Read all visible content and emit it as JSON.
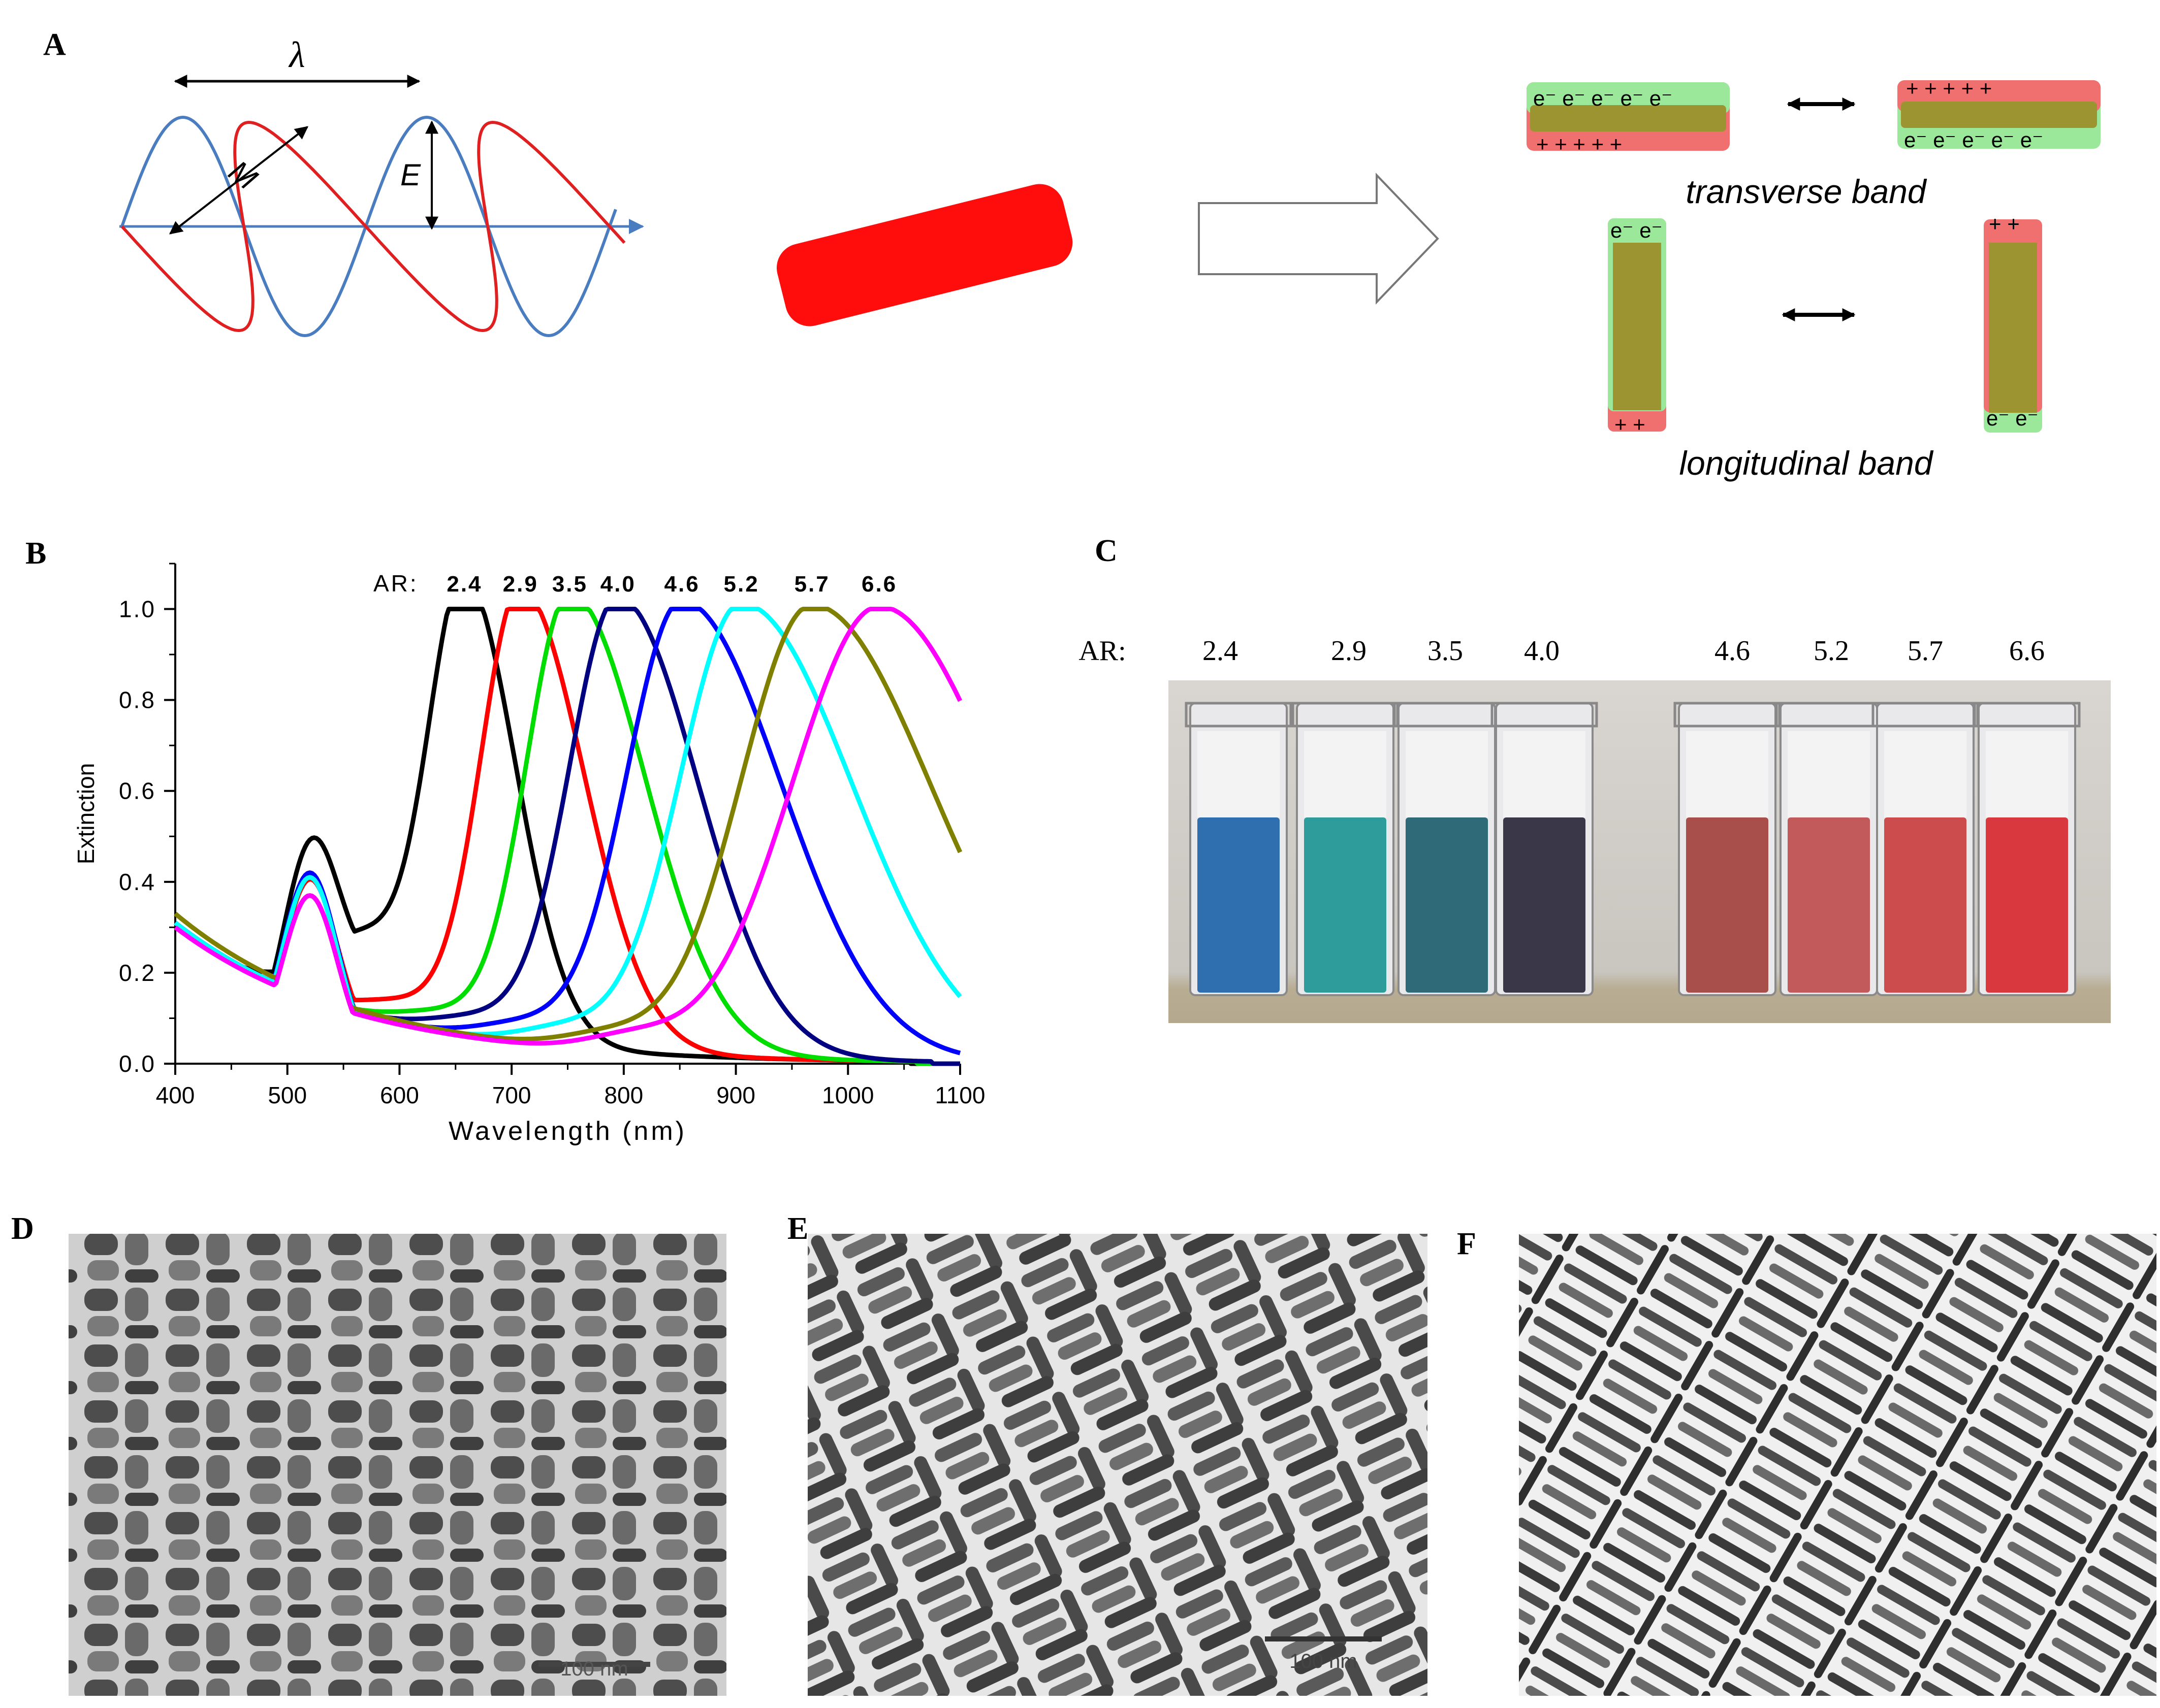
{
  "panels": {
    "A": {
      "letter": "A",
      "wave_labels": {
        "lambda": "λ",
        "m": "M",
        "e": "E"
      },
      "transverse_caption": "transverse band",
      "longitudinal_caption": "longitudinal band",
      "electron": "e⁻",
      "plus": "+",
      "colors": {
        "e_wave": "#4a7cc0",
        "m_wave": "#e02020",
        "rod": "#ff0d0d",
        "charge_neg": "#9be89a",
        "charge_pos": "#f07070",
        "core": "#9b9430"
      }
    },
    "B": {
      "letter": "B"
    },
    "C": {
      "letter": "C",
      "ar_label": "AR:",
      "ratios": [
        "2.4",
        "2.9",
        "3.5",
        "4.0",
        "4.6",
        "5.2",
        "5.7",
        "6.6"
      ],
      "liquid_colors": [
        "#2f6fb0",
        "#2e9c9a",
        "#2f6a78",
        "#3a3848",
        "#a84f4c",
        "#c25a5c",
        "#cc4b4d",
        "#d8383e"
      ]
    },
    "D": {
      "letter": "D",
      "scale_bar": "100 nm"
    },
    "E": {
      "letter": "E",
      "scale_bar": "100 nm"
    },
    "F": {
      "letter": "F"
    }
  },
  "chart_data": {
    "type": "line",
    "xlabel": "Wavelength (nm)",
    "ylabel": "Extinction",
    "xlim": [
      400,
      1100
    ],
    "ylim": [
      0,
      1.1
    ],
    "xticks": [
      400,
      500,
      600,
      700,
      800,
      900,
      1000,
      1100
    ],
    "yticks": [
      "0.0",
      "0.2",
      "0.4",
      "0.6",
      "0.8",
      "1.0"
    ],
    "ar_label": "AR:",
    "series": [
      {
        "name": "2.4",
        "color": "#000000",
        "peak": 658,
        "left_width": 45,
        "right_width": 65,
        "transverse": 0.4,
        "floor": 0.25,
        "baseline": 0.3
      },
      {
        "name": "2.9",
        "color": "#ff0000",
        "peak": 708,
        "left_width": 50,
        "right_width": 80,
        "transverse": 0.4,
        "floor": 0.07,
        "baseline": 0.31
      },
      {
        "name": "3.5",
        "color": "#00dd00",
        "peak": 752,
        "left_width": 55,
        "right_width": 95,
        "transverse": 0.41,
        "floor": 0.06,
        "baseline": 0.31
      },
      {
        "name": "4.0",
        "color": "#000080",
        "peak": 795,
        "left_width": 62,
        "right_width": 100,
        "transverse": 0.42,
        "floor": 0.06,
        "baseline": 0.31
      },
      {
        "name": "4.6",
        "color": "#0000ff",
        "peak": 852,
        "left_width": 70,
        "right_width": 125,
        "transverse": 0.42,
        "floor": 0.06,
        "baseline": 0.31
      },
      {
        "name": "5.2",
        "color": "#00ffff",
        "peak": 905,
        "left_width": 78,
        "right_width": 140,
        "transverse": 0.41,
        "floor": 0.06,
        "baseline": 0.31
      },
      {
        "name": "5.7",
        "color": "#808000",
        "peak": 968,
        "left_width": 90,
        "right_width": 150,
        "transverse": 0.37,
        "floor": 0.05,
        "baseline": 0.33
      },
      {
        "name": "6.6",
        "color": "#ff00ff",
        "peak": 1028,
        "left_width": 110,
        "right_width": 150,
        "transverse": 0.37,
        "floor": 0.05,
        "baseline": 0.3
      }
    ]
  }
}
